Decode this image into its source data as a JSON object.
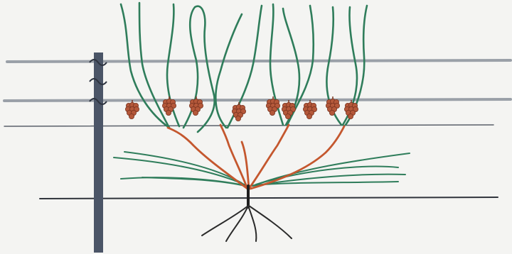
{
  "diagram": {
    "subject": "grapevine-trellis-spur-pruned-cordon",
    "colors": {
      "background": "#f4f4f2",
      "wire": "#8a8f96",
      "wire_dark": "#3a3f48",
      "post": "#4a5568",
      "shoot": "#2f7d5b",
      "cane": "#c0552c",
      "root": "#2a2a2a",
      "grape": "#b4583a",
      "grape_dark": "#7a3420"
    },
    "elements": [
      "trellis-post",
      "catch-wires",
      "cordon-wire",
      "shoots",
      "fruit-clusters",
      "arms",
      "trunk",
      "roots"
    ]
  }
}
